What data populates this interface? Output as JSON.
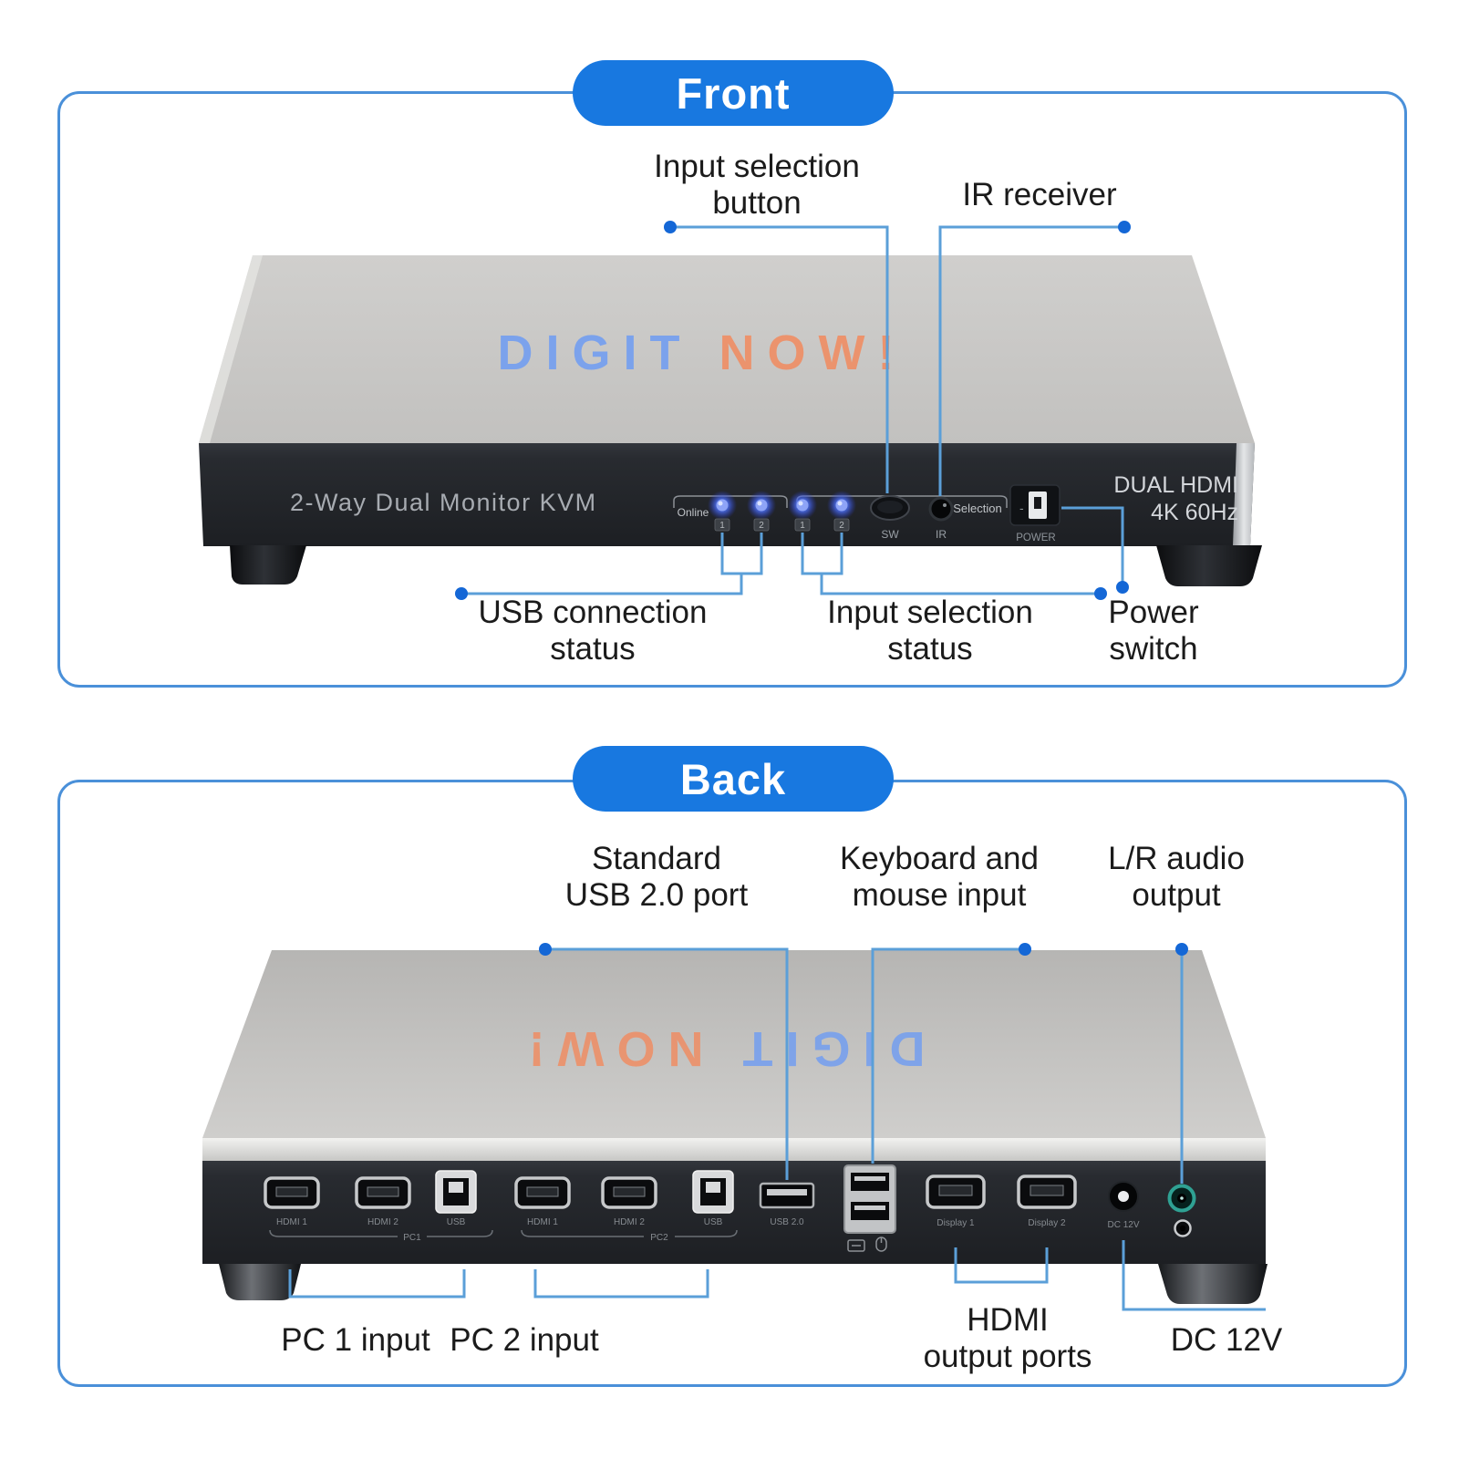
{
  "colors": {
    "accent_blue": "#1878e0",
    "border_blue": "#4a90d9",
    "callout_line": "#5b9fd8",
    "callout_dot": "#1467d6",
    "logo_blue": "#6e9cf3",
    "logo_orange": "#f28a5e",
    "led_blue": "#8ea4f7"
  },
  "front": {
    "pill_label": "Front",
    "callouts": {
      "input_selection_button": [
        "Input selection",
        "button"
      ],
      "ir_receiver": [
        "IR receiver"
      ],
      "usb_connection_status": [
        "USB connection",
        "status"
      ],
      "input_selection_status": [
        "Input selection",
        "status"
      ],
      "power_switch": [
        "Power",
        "switch"
      ]
    },
    "device": {
      "logo": {
        "part1": "DIGIT",
        "part2": "NOW!"
      },
      "panel_title": "2-Way Dual Monitor KVM",
      "badge": [
        "DUAL HDMI",
        "4K 60Hz"
      ],
      "online_label": "Online",
      "selection_label": "Selection",
      "sw_button_label": "SW",
      "ir_label": "IR",
      "power_label": "POWER",
      "minus_mark": "-",
      "led_tags": [
        "1",
        "2",
        "1",
        "2"
      ]
    }
  },
  "back": {
    "pill_label": "Back",
    "callouts": {
      "standard_usb": [
        "Standard",
        "USB 2.0 port"
      ],
      "keyboard_mouse": [
        "Keyboard and",
        "mouse input"
      ],
      "lr_audio": [
        "L/R audio",
        "output"
      ],
      "pc1_input": [
        "PC 1 input"
      ],
      "pc2_input": [
        "PC 2 input"
      ],
      "hdmi_output_ports": [
        "HDMI",
        "output ports"
      ],
      "dc_12v": [
        "DC 12V"
      ]
    },
    "device": {
      "logo": {
        "part1": "DIGIT",
        "part2": "NOW!"
      },
      "port_labels": {
        "pc1_hdmi1": "HDMI 1",
        "pc1_hdmi2": "HDMI 2",
        "pc1_usb": "USB",
        "pc2_hdmi1": "HDMI 1",
        "pc2_hdmi2": "HDMI 2",
        "pc2_usb": "USB",
        "usb20": "USB 2.0",
        "display1": "Display 1",
        "display2": "Display 2",
        "dc": "DC 12V",
        "group1": "PC1",
        "group2": "PC2"
      }
    }
  }
}
